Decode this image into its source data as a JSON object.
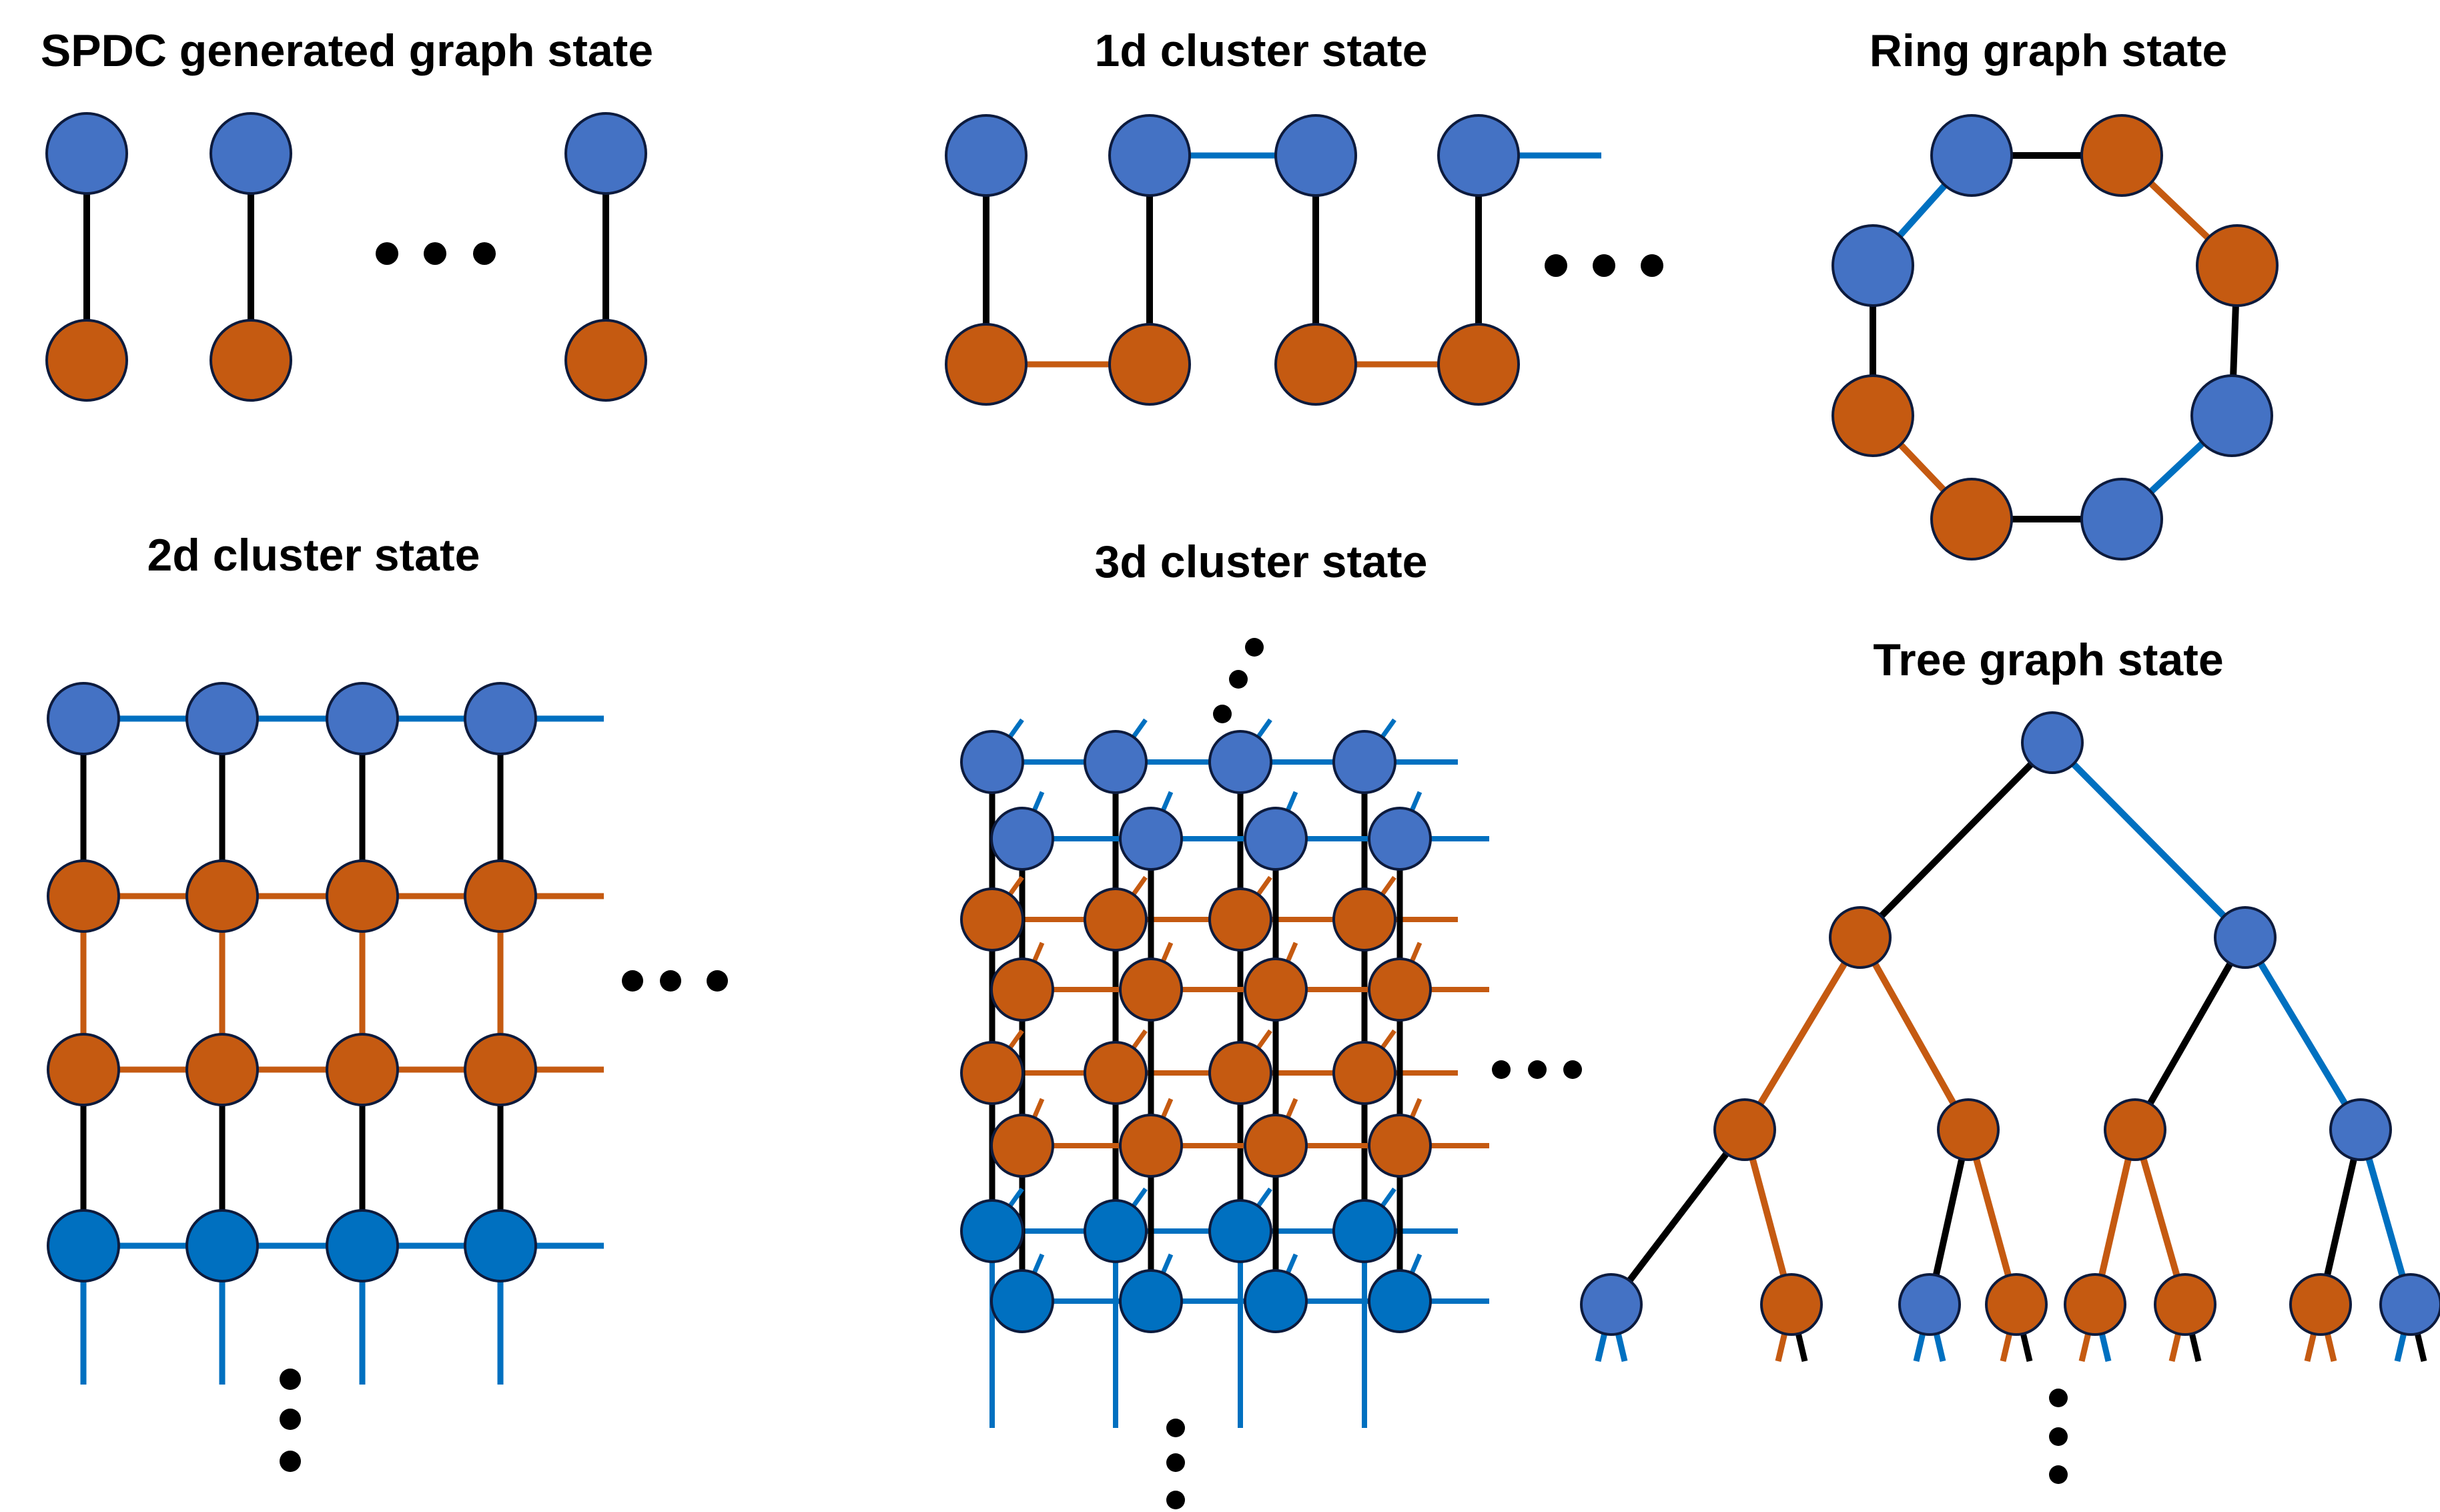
{
  "titles": {
    "spdc": "SPDC generated graph state",
    "cluster1d": "1d cluster state",
    "ring": "Ring graph state",
    "cluster2d": "2d cluster state",
    "cluster3d": "3d cluster state",
    "tree": "Tree graph state"
  },
  "colors": {
    "blue_node": "#4472C4",
    "blue_node_alt": "#0070C0",
    "orange_node": "#C55A11",
    "blue_edge": "#0070C0",
    "orange_edge": "#C55A11",
    "black_edge": "#000000",
    "node_stroke": "#0D1B3D",
    "ellipsis": "#000000"
  },
  "icons": {
    "continuation": "ellipsis-dots"
  }
}
